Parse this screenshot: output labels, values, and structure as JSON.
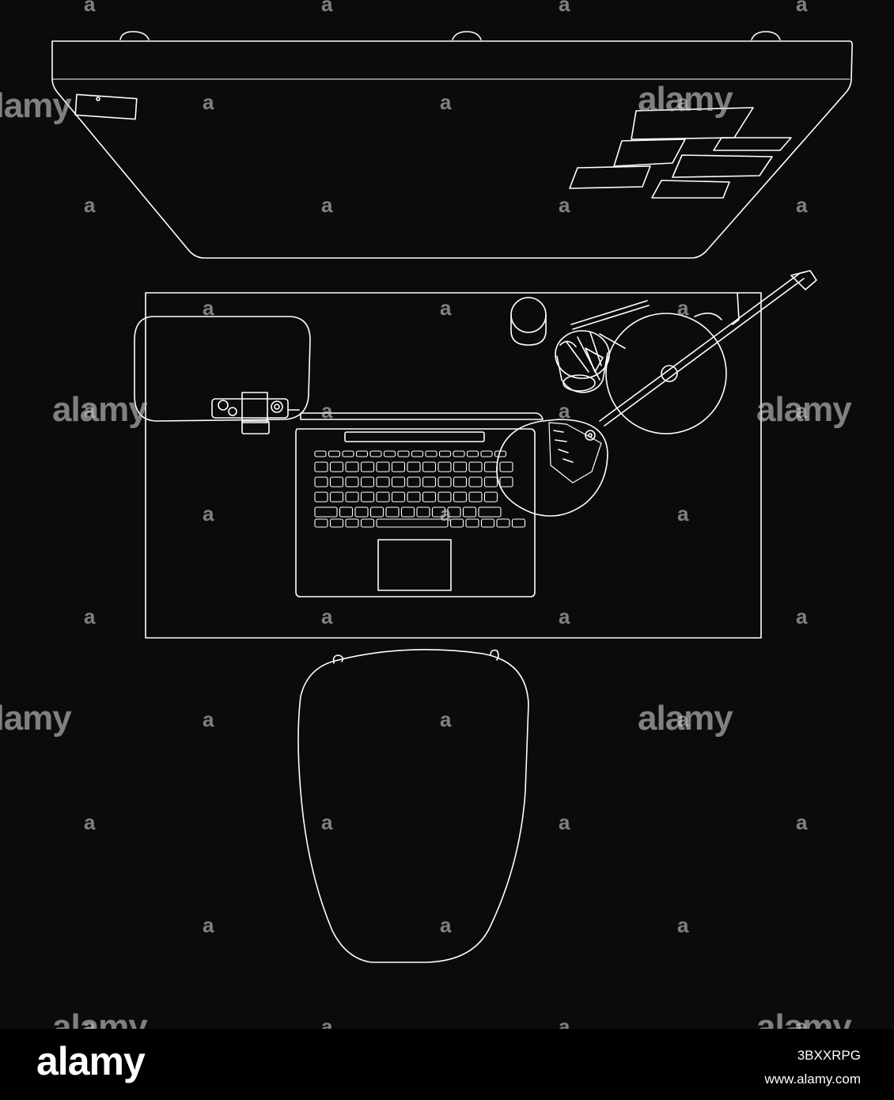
{
  "watermark": {
    "brand": "alamy",
    "mark": "a"
  },
  "footer": {
    "logo": "alamy",
    "image_id": "3BXXRPG",
    "url": "www.alamy.com"
  },
  "colors": {
    "background": "#0b0b0b",
    "line": "#ffffff",
    "footer_bg": "#000000"
  },
  "drawing": {
    "objects": [
      "shelf",
      "desk",
      "pillow",
      "camera",
      "laptop",
      "keyboard",
      "trackpad",
      "desk-lamp",
      "cup",
      "pencil-holder",
      "chair"
    ]
  }
}
